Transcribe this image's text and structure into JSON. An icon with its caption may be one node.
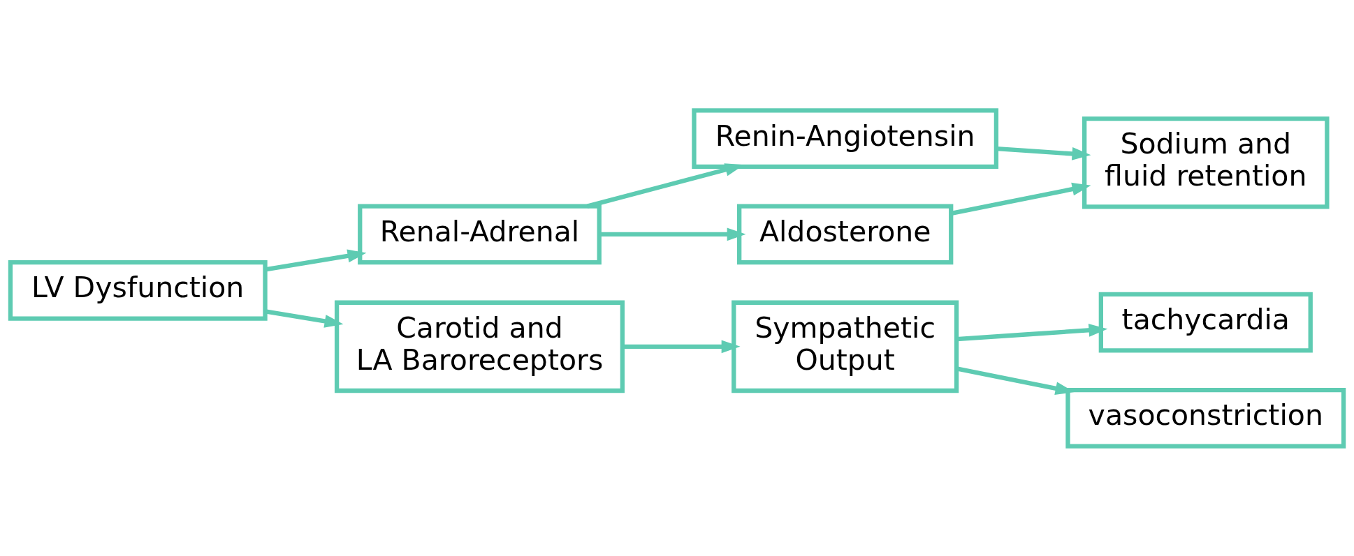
{
  "diagram": {
    "nodes": [
      {
        "text": [
          "LV Dysfunction"
        ]
      },
      {
        "text": [
          "Renal-Adrenal"
        ]
      },
      {
        "text": [
          "Renin-Angiotensin"
        ]
      },
      {
        "text": [
          "Sodium and fluid retention"
        ]
      },
      {
        "text": [
          "Aldosterone"
        ]
      },
      {
        "text": [
          "Carotid and LA Baroreceptors"
        ]
      },
      {
        "text": [
          "Sympathetic Output"
        ]
      },
      {
        "text": [
          "tachycardia"
        ]
      },
      {
        "text": [
          "vasoconstriction"
        ]
      }
    ],
    "edges": [
      {
        "from": 0,
        "to": 1,
        "arrow": "to"
      },
      {
        "from": 1,
        "to": 2,
        "arrow": "to"
      },
      {
        "from": 2,
        "to": 3,
        "arrow": "to"
      },
      {
        "from": 1,
        "to": 4,
        "arrow": "to"
      },
      {
        "from": 4,
        "to": 3,
        "arrow": "to"
      },
      {
        "from": 0,
        "to": 5,
        "arrow": "to"
      },
      {
        "from": 5,
        "to": 6,
        "arrow": "to"
      },
      {
        "from": 6,
        "to": 7,
        "arrow": "to"
      },
      {
        "from": 6,
        "to": 8,
        "arrow": "to"
      }
    ]
  }
}
